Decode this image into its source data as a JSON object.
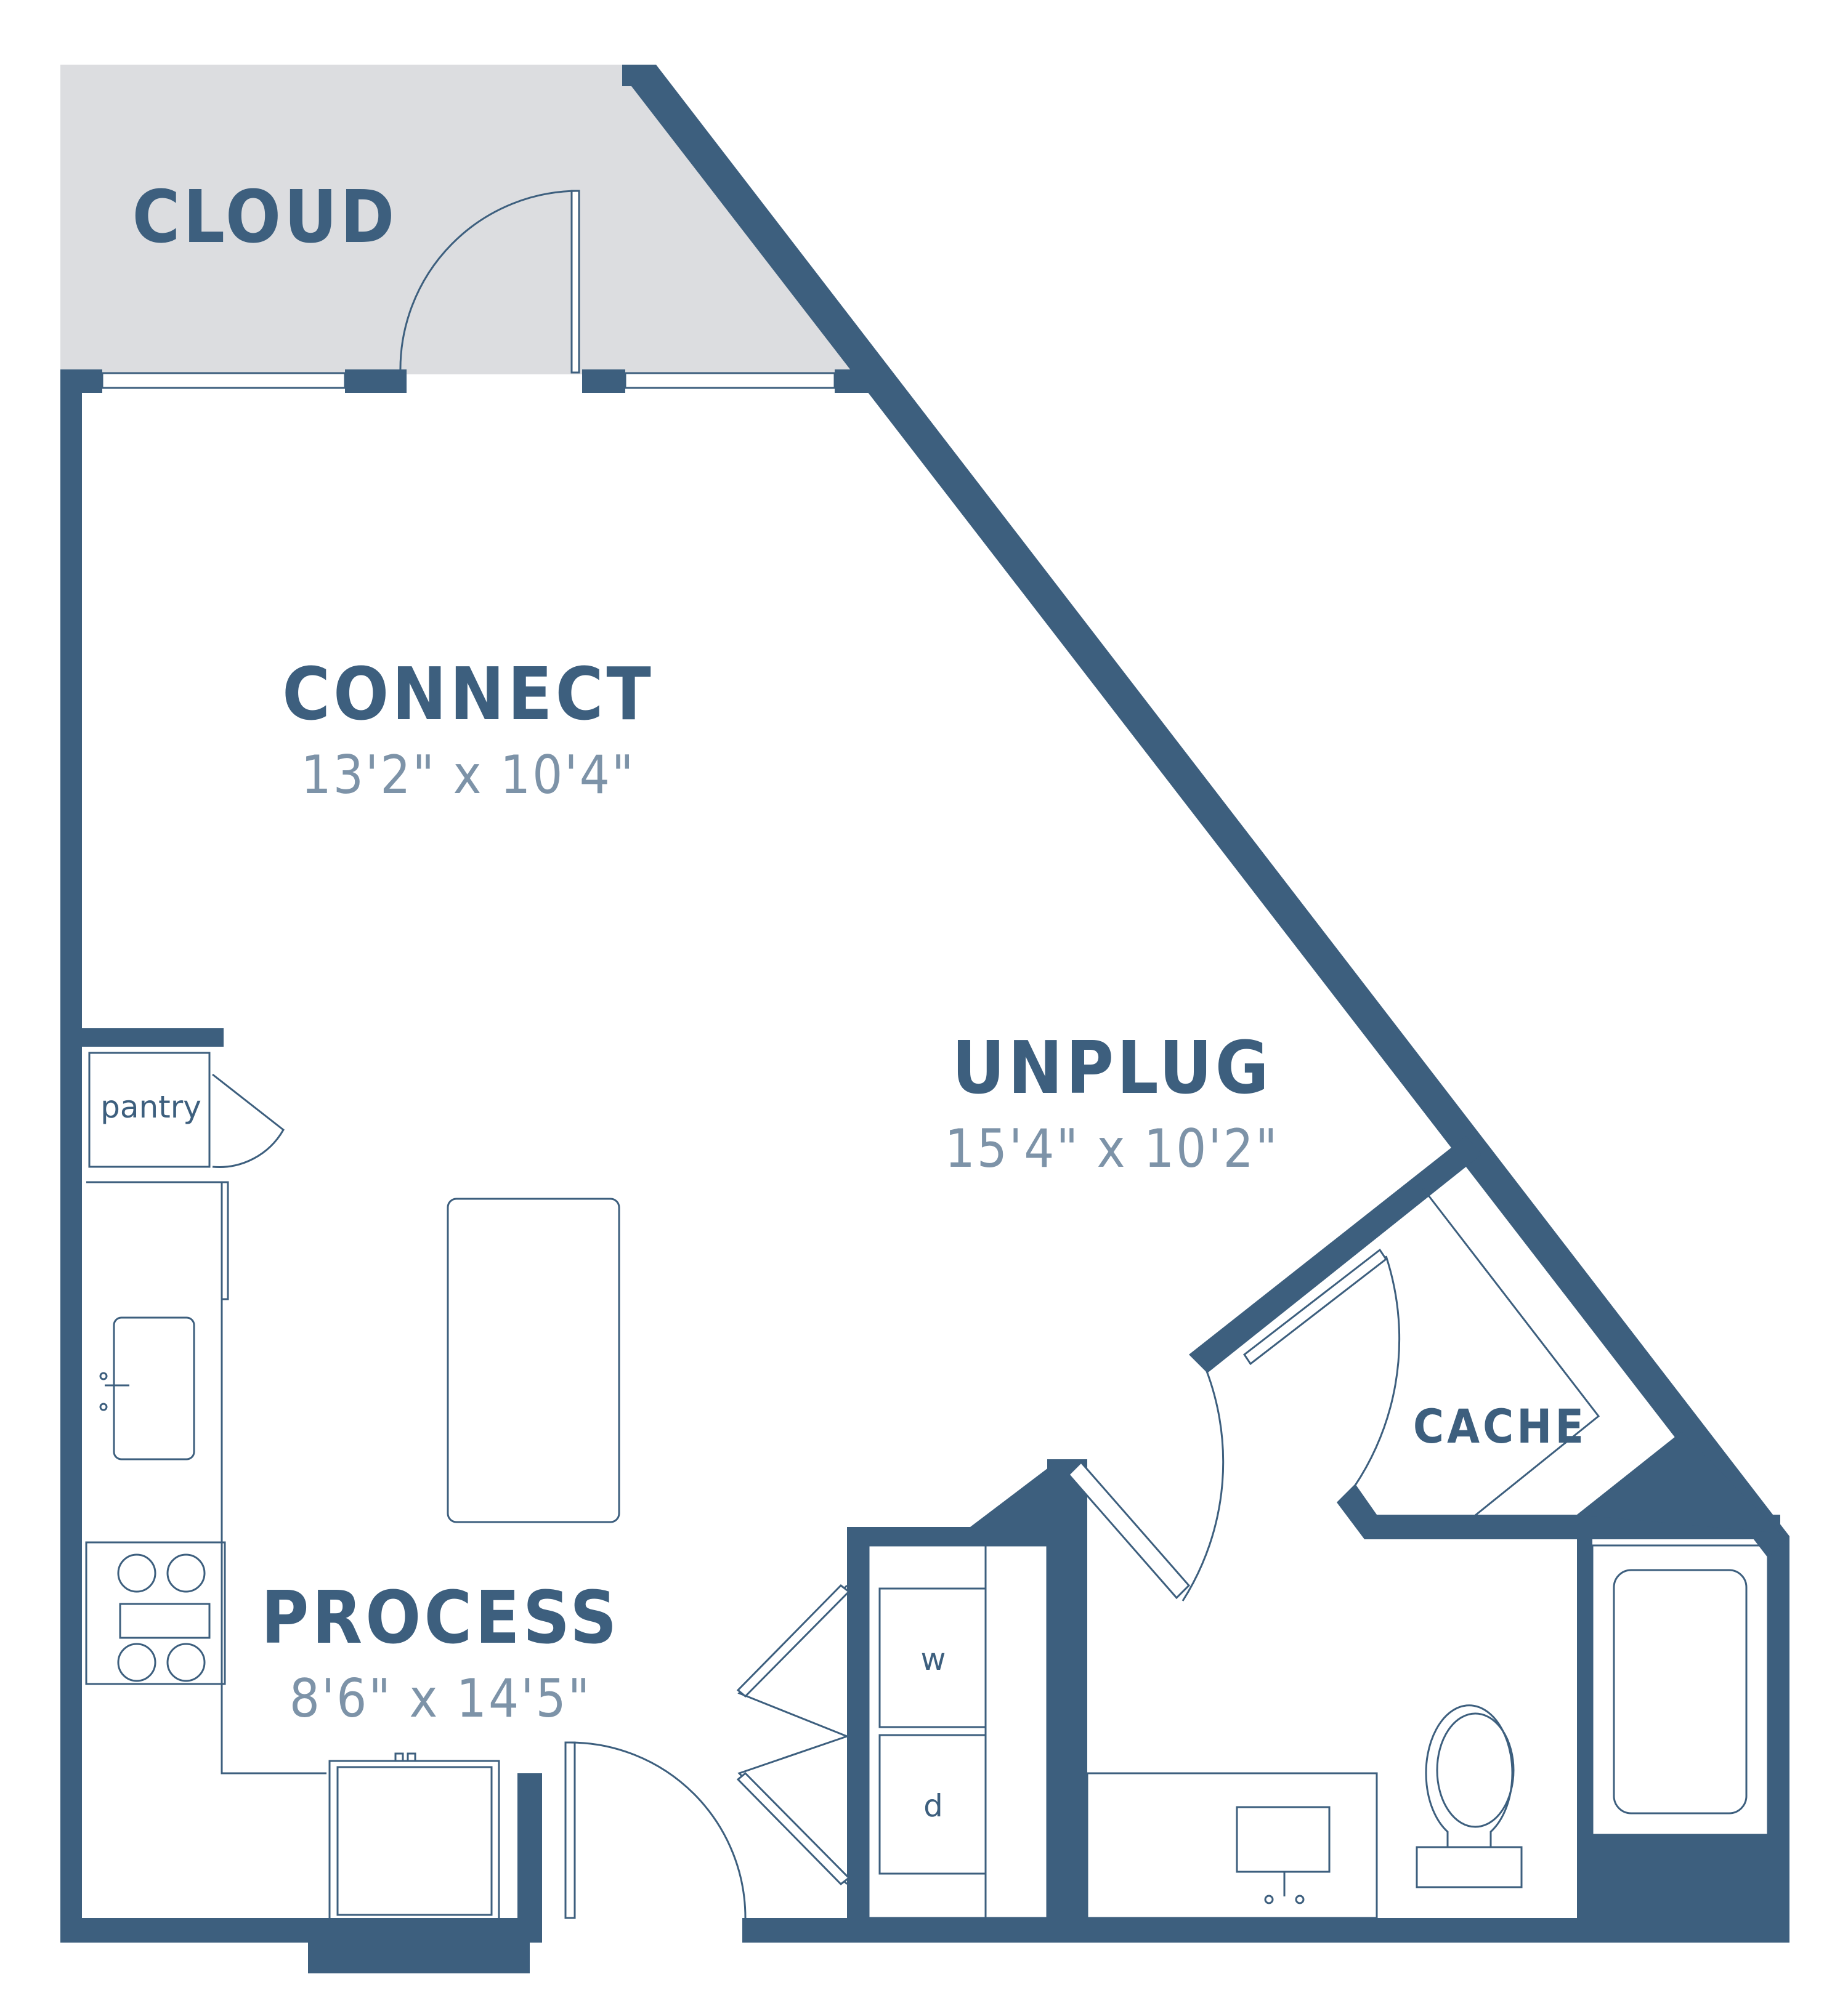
{
  "colors": {
    "wall": "#3d5f7e",
    "title_text": "#3d5f7e",
    "dimension_text": "#7d93a8",
    "balcony_fill": "#dcdde0",
    "fixture_line": "#3d5f7e",
    "background": "#ffffff"
  },
  "rooms": {
    "cloud": {
      "label": "CLOUD"
    },
    "connect": {
      "label": "CONNECT",
      "dimensions": "13'2\" x 10'4\""
    },
    "unplug": {
      "label": "UNPLUG",
      "dimensions": "15'4\" x 10'2\""
    },
    "process": {
      "label": "PROCESS",
      "dimensions": "8'6\" x 14'5\""
    },
    "cache": {
      "label": "CACHE"
    }
  },
  "fixtures": {
    "pantry": "pantry",
    "washer": "w",
    "dryer": "d"
  }
}
